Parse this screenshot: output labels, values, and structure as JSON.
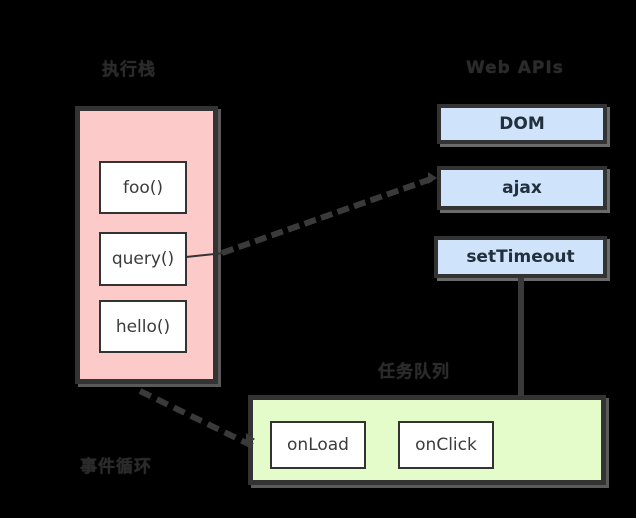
{
  "diagram": {
    "title_stack": "执行栈",
    "title_webapis": "Web APIs",
    "title_queue": "任务队列",
    "title_eventloop": "事件循环",
    "colors": {
      "stack_fill": "#fccbc9",
      "queue_fill": "#e4fcc9",
      "api_fill": "#cfe3fb",
      "frame_fill": "#ffffff",
      "border": "#333333",
      "background": "#000000",
      "caption_text": "#2b2b2b"
    },
    "call_stack": {
      "frames": [
        {
          "label": "foo()"
        },
        {
          "label": "query()"
        },
        {
          "label": "hello()"
        }
      ]
    },
    "web_apis": {
      "items": [
        {
          "label": "DOM"
        },
        {
          "label": "ajax"
        },
        {
          "label": "setTimeout"
        }
      ]
    },
    "task_queue": {
      "tasks": [
        {
          "label": "onLoad"
        },
        {
          "label": "onClick"
        }
      ]
    },
    "connections": [
      {
        "from": "query()",
        "to": "ajax",
        "style": "dashed-diagonal"
      },
      {
        "from": "setTimeout",
        "to": "任务队列",
        "style": "solid-vertical"
      },
      {
        "from": "执行栈",
        "to": "任务队列",
        "style": "dashed-diagonal"
      }
    ]
  }
}
